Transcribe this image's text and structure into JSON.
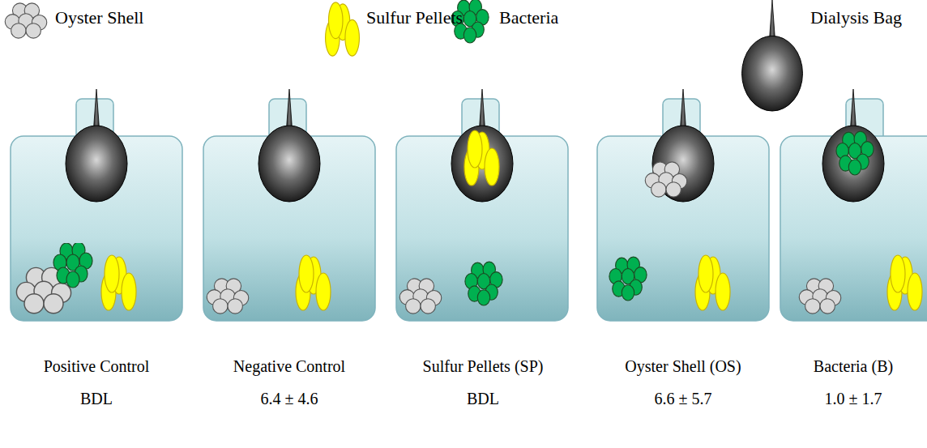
{
  "diagram": {
    "labels": [
      "Positive Control",
      "BDL",
      "Negative Control",
      "6.4 ± 4.6",
      "Sulfur Pellets (SP)",
      "BDL",
      "Oyster Shell (OS)",
      "6.6 ± 5.7",
      "Bacteria (B)",
      "1.0 ± 1.7"
    ],
    "legend": [
      {
        "text": "Oyster Shell"
      },
      {
        "text": "Sulfur Pellets"
      },
      {
        "text": "Bacteria"
      },
      {
        "text": "Dialysis Bag"
      }
    ]
  }
}
